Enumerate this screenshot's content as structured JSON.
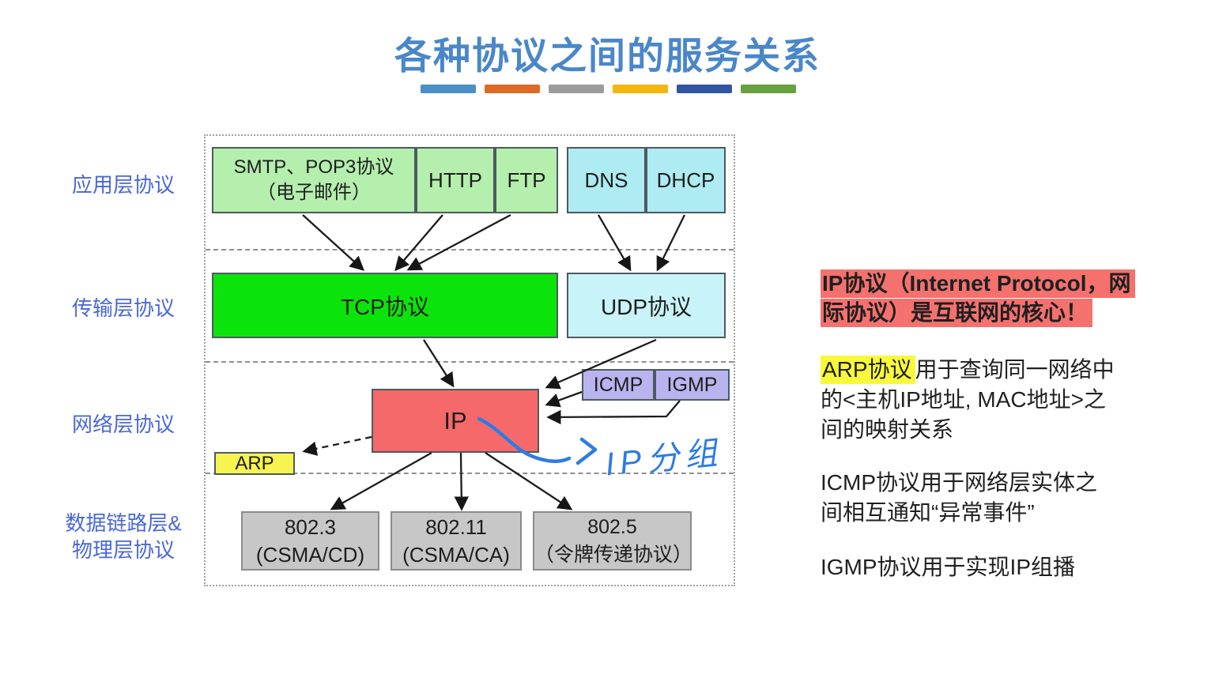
{
  "title": "各种协议之间的服务关系",
  "accent_bars": [
    "#4a8fc7",
    "#dd6b26",
    "#9c9c9c",
    "#f2b60f",
    "#3155a3",
    "#67a23f"
  ],
  "layer_labels": {
    "application": "应用层协议",
    "transport": "传输层协议",
    "network": "网络层协议",
    "datalink_line1": "数据链路层&",
    "datalink_line2": "物理层协议"
  },
  "boxes": {
    "smtp_line1": "SMTP、POP3协议",
    "smtp_line2": "（电子邮件）",
    "http": "HTTP",
    "ftp": "FTP",
    "dns": "DNS",
    "dhcp": "DHCP",
    "tcp": "TCP协议",
    "udp": "UDP协议",
    "ip": "IP",
    "icmp": "ICMP",
    "igmp": "IGMP",
    "arp": "ARP",
    "eth_line1": "802.3",
    "eth_line2": "(CSMA/CD)",
    "wifi_line1": "802.11",
    "wifi_line2": "(CSMA/CA)",
    "token_line1": "802.5",
    "token_line2": "（令牌传递协议）"
  },
  "annotation": {
    "text": "IP分组",
    "color": "#2e7ce2"
  },
  "notes": {
    "ip": {
      "line1": "IP协议（Internet Protocol，网",
      "line2": "际协议）是互联网的核心！",
      "highlight_color": "#f4716e"
    },
    "arp": {
      "highlight": "ARP协议",
      "line1_rest": "用于查询同一网络中",
      "line2": "的<主机IP地址, MAC地址>之",
      "line3": "间的映射关系",
      "highlight_color": "#f9f93c"
    },
    "icmp": {
      "line1": "ICMP协议用于网络层实体之",
      "line2": "间相互通知“异常事件”"
    },
    "igmp": {
      "line1": "IGMP协议用于实现IP组播"
    }
  },
  "box_colors": {
    "application_green": "#b4efad",
    "application_cyan": "#aeebf2",
    "tcp_green": "#0be40b",
    "udp_cyan": "#c8f3f8",
    "ip_red": "#f5696b",
    "icmp_igmp_purple": "#b9b4f0",
    "arp_yellow": "#f8f44f",
    "datalink_gray": "#c7c7c7",
    "title_blue": "#4a87c9",
    "layer_label_blue": "#4a68d6"
  },
  "connections": [
    {
      "from": "SMTP、POP3协议",
      "to": "TCP协议",
      "style": "solid"
    },
    {
      "from": "HTTP",
      "to": "TCP协议",
      "style": "solid"
    },
    {
      "from": "FTP",
      "to": "TCP协议",
      "style": "solid"
    },
    {
      "from": "DNS",
      "to": "UDP协议",
      "style": "solid"
    },
    {
      "from": "DHCP",
      "to": "UDP协议",
      "style": "solid"
    },
    {
      "from": "TCP协议",
      "to": "IP",
      "style": "solid"
    },
    {
      "from": "UDP协议",
      "to": "IP",
      "style": "solid"
    },
    {
      "from": "ICMP",
      "to": "IP",
      "style": "solid"
    },
    {
      "from": "IGMP",
      "to": "IP",
      "style": "solid"
    },
    {
      "from": "IP",
      "to": "ARP",
      "style": "dashed"
    },
    {
      "from": "IP",
      "to": "802.3",
      "style": "solid"
    },
    {
      "from": "IP",
      "to": "802.11",
      "style": "solid"
    },
    {
      "from": "IP",
      "to": "802.5",
      "style": "solid"
    },
    {
      "from": "IP",
      "to": "IP分组",
      "style": "handwritten"
    }
  ]
}
